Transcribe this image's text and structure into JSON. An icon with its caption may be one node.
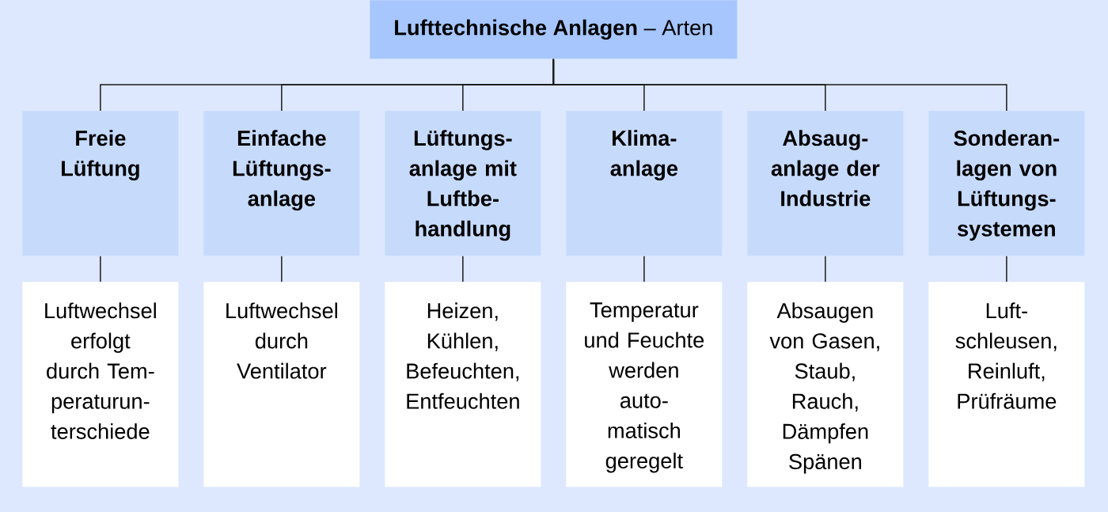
{
  "diagram": {
    "nodes": [
      {
        "text": [
          "**Lufttechnische Anlagen** – Arten"
        ]
      },
      {
        "text": [
          "Freie Lüftung"
        ]
      },
      {
        "text": [
          "Einfache Lüftungs- anlage"
        ]
      },
      {
        "text": [
          "Lüftungs- anlage mit Luftbe- handlung"
        ]
      },
      {
        "text": [
          "Klima- anlage"
        ]
      },
      {
        "text": [
          "Absaug- anlage der Industrie"
        ]
      },
      {
        "text": [
          "Sonderan- lagen von Lüftungs- systemen"
        ]
      },
      {
        "text": [
          "Luftwechsel erfolgt durch Tem- peraturun- terschiede"
        ]
      },
      {
        "text": [
          "Luftwechsel durch Ventilator"
        ]
      },
      {
        "text": [
          "Heizen, Kühlen, Befeuchten, Entfeuchten"
        ]
      },
      {
        "text": [
          "Temperatur und Feuchte werden auto- matisch geregelt"
        ]
      },
      {
        "text": [
          "Absaugen von Gasen, Staub, Rauch, Dämpfen Spänen"
        ]
      },
      {
        "text": [
          "Luft- schleusen, Reinluft, Prüfräume"
        ]
      }
    ],
    "edges": [
      {
        "from": 0,
        "to": 1,
        "arrow": "none"
      },
      {
        "from": 0,
        "to": 2,
        "arrow": "none"
      },
      {
        "from": 0,
        "to": 3,
        "arrow": "none"
      },
      {
        "from": 0,
        "to": 4,
        "arrow": "none"
      },
      {
        "from": 0,
        "to": 5,
        "arrow": "none"
      },
      {
        "from": 0,
        "to": 6,
        "arrow": "none"
      },
      {
        "from": 1,
        "to": 7,
        "arrow": "none"
      },
      {
        "from": 2,
        "to": 8,
        "arrow": "none"
      },
      {
        "from": 3,
        "to": 9,
        "arrow": "none"
      },
      {
        "from": 4,
        "to": 10,
        "arrow": "none"
      },
      {
        "from": 5,
        "to": 11,
        "arrow": "none"
      },
      {
        "from": 6,
        "to": 12,
        "arrow": "none"
      }
    ]
  }
}
